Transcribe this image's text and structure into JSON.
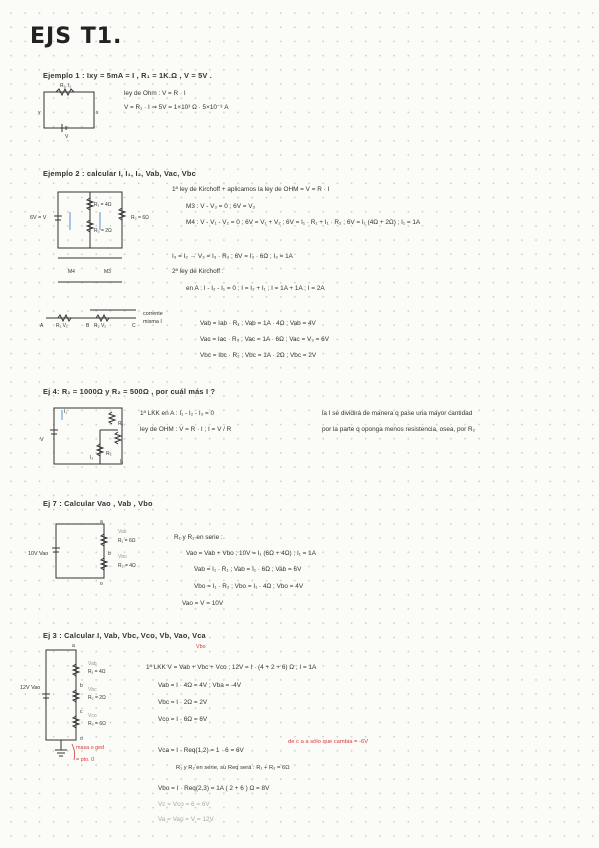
{
  "title": "EJS T1.",
  "ej1": {
    "line1": "Ejemplo 1  :  Ixy = 5mA = I  ,  R₁ = 1K.Ω  ,  V = 5V .",
    "line2": "ley de Ohm :  V = R · I",
    "line3": "V = R₁ · I  ⇒  5V = 1×10³ Ω · 5×10⁻³ A",
    "labels": [
      "R₁, I₁",
      "x",
      "y",
      "V"
    ]
  },
  "ej2": {
    "header": "Ejemplo 2  :  calcular  I, I₁, I₂, Vab, Vac, Vbc",
    "l1": "1ª ley de Kirchoff + aplicamos la ley de OHM = V = R · I",
    "l2": "M3 : V - V₃ = 0  ;  6V = V₃",
    "l3": "M4 : V - V₁ - V₂ = 0  ;  6V = V₁ + V₂  ;  6V = I₁ · R₁ + I₁ · R₂  ;  6V = I₁ (4Ω + 2Ω)  ;  I₁ = 1A",
    "l4": "I₃ = I₂  →  V₃ = I₃ · R₃  ;  6V = I₃ · 6Ω  ;  I₃ = 1A",
    "l5": "2ª ley de Kirchoff :",
    "l6": "en A :  I - I₂ - I₁ = 0  ;  I = I₂ + I₁  ;  I = 1A + 1A  ;  I = 2A",
    "l7": "Vab = Iab · R₁  ;  Vab = 1A · 4Ω  ;  Vab = 4V",
    "l8": "Vac = Iac · R₃  ;  Vac = 1A · 6Ω  ;  Vac = V₃ = 6V",
    "l9": "Vbc = Ibc · R₂  ;  Vbc = 1A · 2Ω  ;  Vbc = 2V",
    "side1": "corrente",
    "side2": "misma I",
    "labels": [
      "6V = V",
      "R₁ = 4Ω",
      "R₂ = 2Ω",
      "R₃ = 6Ω",
      "M4",
      "M3",
      "R₁ V₁",
      "R₂ V₂",
      "A",
      "B",
      "C"
    ]
  },
  "ej3": {
    "header": "Ej 4:  R₁ = 1000Ω  y  R₂ = 500Ω , por cuál más I ?",
    "l1": "1ª LKK en A :  I₁ - I₂ - I₃ = 0",
    "l2": "ley de OHM :  V = R · I   ;   I = V / R",
    "r1": "la I se dividirá de manera q pase una mayor cantidad",
    "r2": "por la parte q oponga menos resistencia, osea, por R₂",
    "labels": [
      "V",
      "R₁",
      "R₂",
      "I₃",
      "I₂",
      "I₁"
    ]
  },
  "ej4": {
    "header": "Ej 7 :  Calcular  Vao , Vab , Vbo",
    "l1": "R₁ y R₂ en serie :",
    "l2": "Vao = Vab + Vbo  ;  10V = I₁ (6Ω + 4Ω)  ;  I₁ = 1A",
    "l3": "Vab = I₁ · R₁  ;  Vab = I₁ · 6Ω  ;  Vab = 6V",
    "l4": "Vbo = I₁ · R₂  ;  Vbo = I₁ · 4Ω  ;  Vbo = 4V",
    "l5": "Vao = V = 10V",
    "labels": [
      "10V Vao",
      "a",
      "b",
      "o",
      "R₁ = 6Ω",
      "R₂ = 4Ω",
      "Vab",
      "Vbo"
    ]
  },
  "ej5": {
    "header": "Ej 3 :  Calcular  I, Vab, Vbc, Vco, Vb, Vao, Vca",
    "sub": "Vbo",
    "l1": "1ª LKK  V = Vab + Vbc + Vco  ;  12V = I · (4 + 2 + 6) Ω  ;  I = 1A",
    "l2": "Vab = I · 4Ω   =   4V   ;  Vba = -4V",
    "l3": "Vbc = I · 2Ω   =   2V",
    "l4": "Vco = I · 6Ω   =   6V",
    "red_note": "de c a a sólo que cambia = -6V",
    "l5": "Vca = I · Req(1,2)  =  1 · 6  =  6V",
    "l6": "R₁ y R₂ en serie, su Req será :  R₁ + R₂ = 6Ω",
    "l7": "Vbo = I · Req(2,3)   =   1A ( 2 + 6 ) Ω  =  8V",
    "l8": "Vc = Vco = 6 = 6V",
    "l9": "Va = Vao = V = 12V",
    "ground": "masa o ged",
    "ground2": "= pto. 0",
    "labels": [
      "12V Vao",
      "a",
      "b",
      "c",
      "o",
      "R₁ = 4Ω",
      "R₂ = 2Ω",
      "R₃ = 6Ω",
      "Vab",
      "Vbc",
      "Vco"
    ]
  }
}
